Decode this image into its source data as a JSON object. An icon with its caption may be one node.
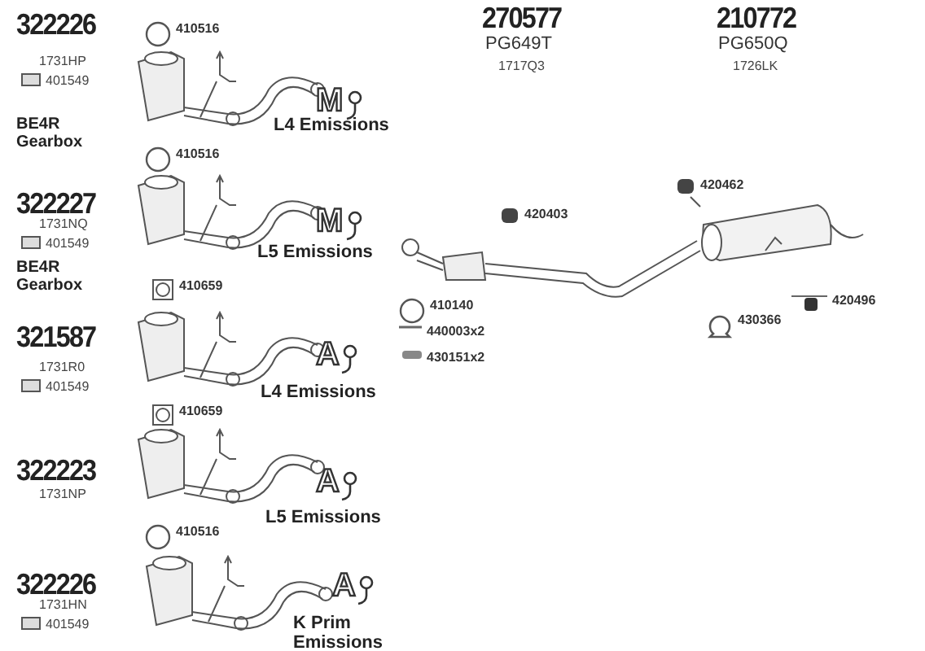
{
  "diagram": {
    "labels": [
      "322226",
      "1731HP",
      "401549",
      "BE4R Gearbox",
      "410516",
      "M",
      "L4 Emissions",
      "410516",
      "322227",
      "1731NQ",
      "401549",
      "BE4R Gearbox",
      "M",
      "L5 Emissions",
      "410659",
      "321587",
      "1731R0",
      "401549",
      "A",
      "L4 Emissions",
      "410659",
      "322223",
      "1731NP",
      "A",
      "L5 Emissions",
      "410516",
      "322226",
      "1731HN",
      "401549",
      "A",
      "K Prim Emissions",
      "270577",
      "PG649T",
      "1717Q3",
      "210772",
      "PG650Q",
      "1726LK",
      "420462",
      "420403",
      "410140",
      "440003x2",
      "430151x2",
      "430366",
      "420496"
    ]
  }
}
